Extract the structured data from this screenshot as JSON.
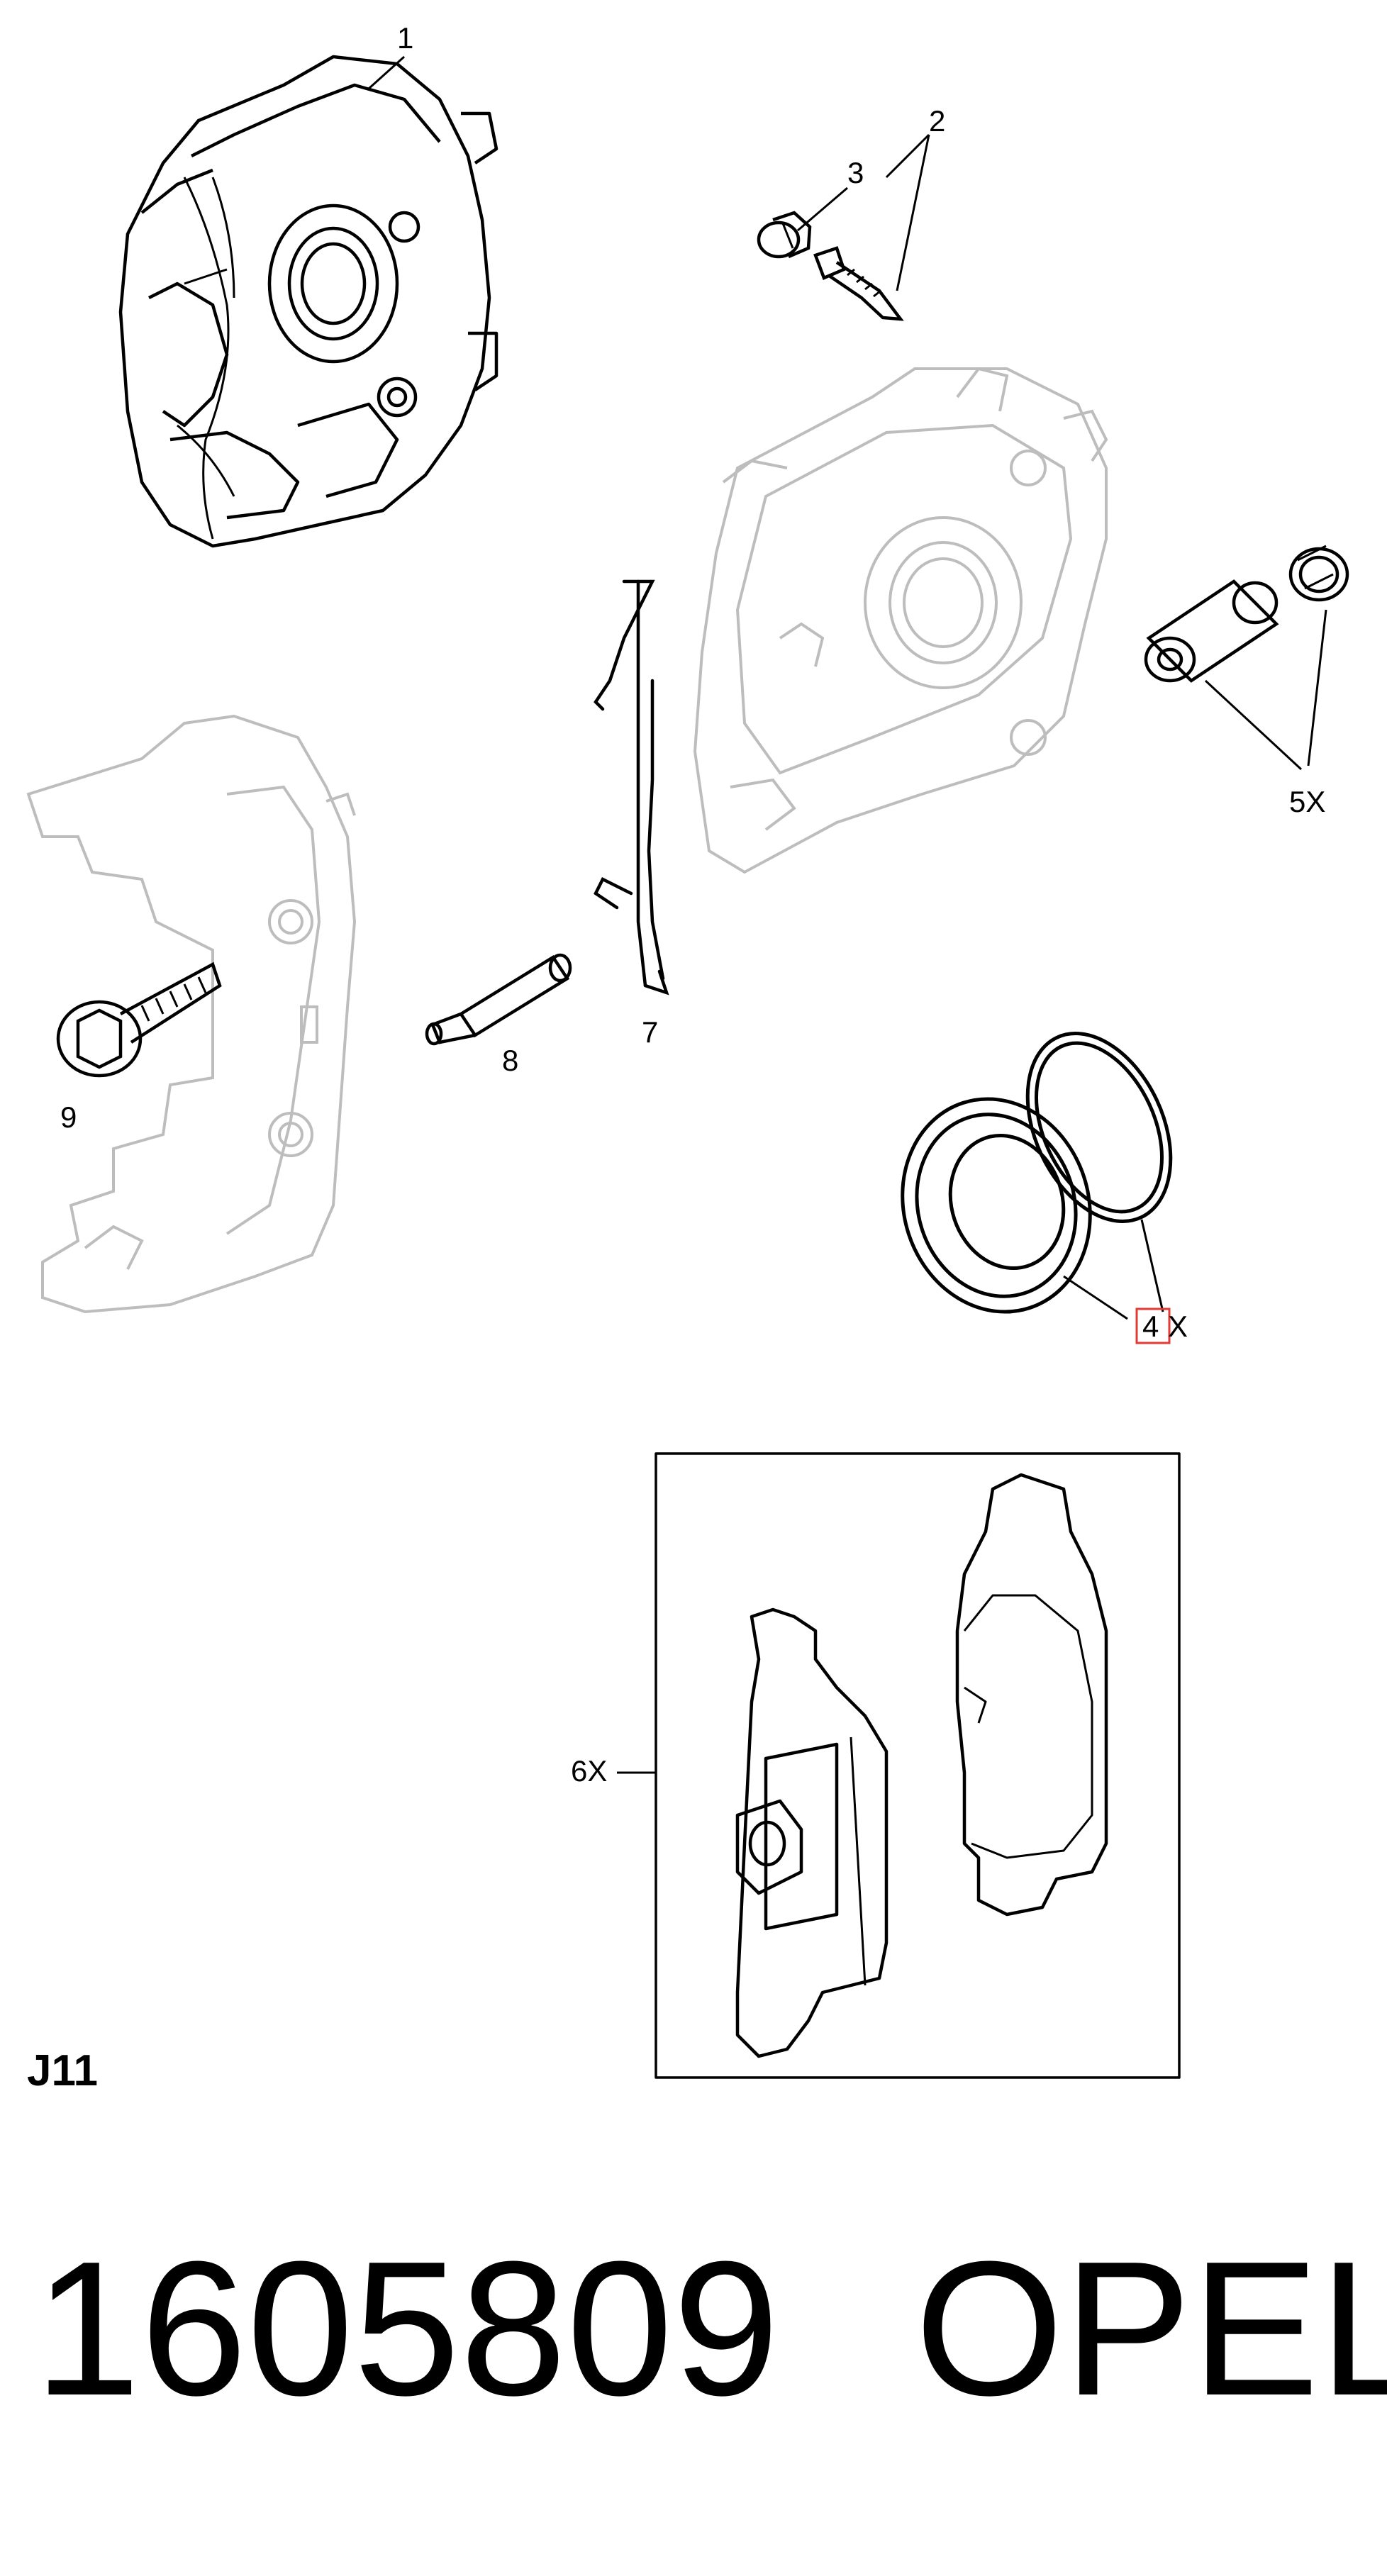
{
  "callouts": {
    "c1": "1",
    "c2": "2",
    "c3": "3",
    "c4": "4",
    "c4x": "X",
    "c5": "5X",
    "c6": "6X",
    "c7": "7",
    "c8": "8",
    "c9": "9"
  },
  "diagram_code": "J11",
  "part_number": "1605809",
  "brand": "OPEL",
  "colors": {
    "ink": "#000000",
    "ghost": "#bdbdbd",
    "highlight": "#e53935"
  }
}
